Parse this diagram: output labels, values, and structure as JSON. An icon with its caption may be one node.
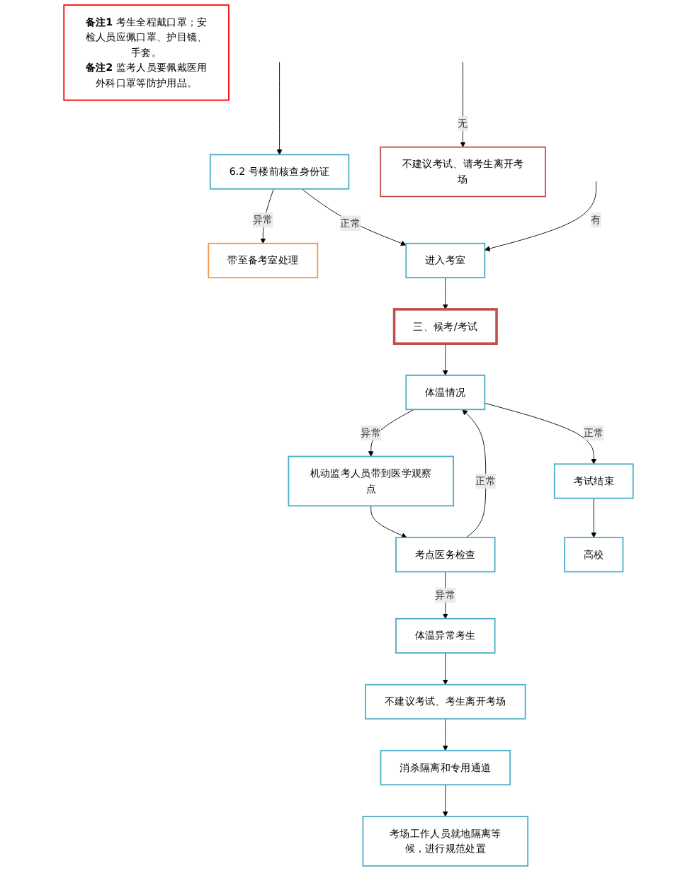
{
  "diagram": {
    "nodes": [
      {
        "text": [
          "6.2 号楼前核查身份证"
        ]
      },
      {
        "text": [
          "带至备考室处理"
        ]
      },
      {
        "text": [
          "进入考室"
        ]
      },
      {
        "text": [
          "不建议考试、请考生离开考场"
        ]
      },
      {
        "text": [
          "三、候考/考试"
        ]
      },
      {
        "text": [
          "体温情况"
        ]
      },
      {
        "text": [
          "机动监考人员带到医学观察点"
        ]
      },
      {
        "text": [
          "考点医务检查"
        ]
      },
      {
        "text": [
          "考试结束"
        ]
      },
      {
        "text": [
          "高校"
        ]
      },
      {
        "text": [
          "体温异常考生"
        ]
      },
      {
        "text": [
          "不建议考试、考生离开考场"
        ]
      },
      {
        "text": [
          "消杀隔离和专用通道"
        ]
      },
      {
        "text": [
          "考场工作人员就地隔离等候，进行规范处置"
        ]
      },
      {
        "text": [
          "**备注1** 考生全程戴口罩；安检人员应佩口罩、护目镜、手套。",
          "**备注2** 监考人员要佩戴医用外科口罩等防护用品。"
        ]
      }
    ],
    "edges": [
      {
        "from": null,
        "to": 0,
        "arrow": "to"
      },
      {
        "from": 0,
        "to": 1,
        "arrow": "to",
        "label": "异常"
      },
      {
        "from": 0,
        "to": 2,
        "arrow": "to",
        "label": "正常"
      },
      {
        "from": null,
        "to": 2,
        "arrow": "to",
        "label": "有"
      },
      {
        "from": null,
        "to": 3,
        "arrow": "to",
        "label": "无"
      },
      {
        "from": 2,
        "to": 4,
        "arrow": "to"
      },
      {
        "from": 4,
        "to": 5,
        "arrow": "to"
      },
      {
        "from": 5,
        "to": 8,
        "arrow": "to",
        "label": "正常"
      },
      {
        "from": 5,
        "to": 6,
        "arrow": "to",
        "label": "异常"
      },
      {
        "from": 6,
        "to": 7,
        "arrow": "to"
      },
      {
        "from": 7,
        "to": 5,
        "arrow": "to",
        "label": "正常"
      },
      {
        "from": 7,
        "to": 10,
        "arrow": "to",
        "label": "异常"
      },
      {
        "from": 8,
        "to": 9,
        "arrow": "to"
      },
      {
        "from": 10,
        "to": 11,
        "arrow": "to"
      },
      {
        "from": 11,
        "to": 12,
        "arrow": "to"
      },
      {
        "from": 12,
        "to": 13,
        "arrow": "to"
      }
    ]
  }
}
